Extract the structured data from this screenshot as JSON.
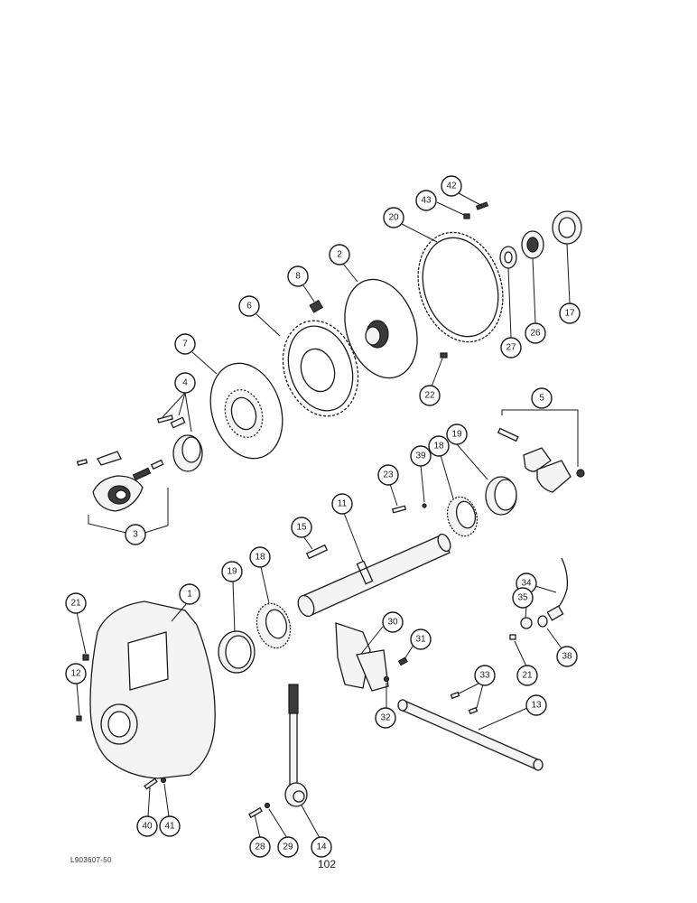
{
  "page": {
    "number": "102",
    "reference_code": "L903607-50"
  },
  "callouts": [
    "42",
    "43",
    "20",
    "17",
    "26",
    "27",
    "2",
    "8",
    "6",
    "7",
    "22",
    "4",
    "5",
    "23",
    "39",
    "18",
    "19",
    "3",
    "11",
    "15",
    "19",
    "18",
    "21",
    "1",
    "34",
    "35",
    "12",
    "30",
    "31",
    "38",
    "21",
    "33",
    "32",
    "13",
    "40",
    "41",
    "28",
    "29",
    "14"
  ]
}
